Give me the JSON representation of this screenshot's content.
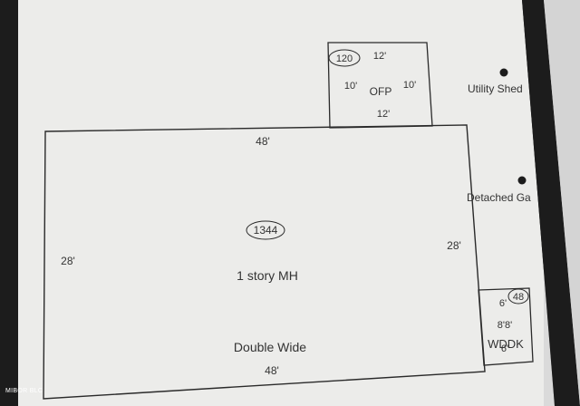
{
  "sketch": {
    "main_structure": {
      "area": "1344",
      "top_dimension": "48'",
      "bottom_dimension": "48'",
      "left_dimension": "28'",
      "right_dimension": "28'",
      "description": "1 story MH",
      "type": "Double Wide"
    },
    "porch": {
      "area": "120",
      "label": "OFP",
      "top_dimension": "12'",
      "bottom_dimension": "12'",
      "left_dimension": "10'",
      "right_dimension": "10'"
    },
    "deck": {
      "area": "48",
      "label": "WDDK",
      "top_dimension": "6'",
      "side_dimension": "8'8'",
      "bottom_dimension": "6'"
    },
    "annotations": {
      "utility_shed": "Utility Shed",
      "detached_garage": "Detached Ga"
    }
  },
  "watermark": "MIBOR BLC",
  "colors": {
    "paper": "#eeeeec",
    "line": "#2a2a2a",
    "text": "#333333",
    "border": "#1a1a1a",
    "outside": "#d9d9d9"
  }
}
